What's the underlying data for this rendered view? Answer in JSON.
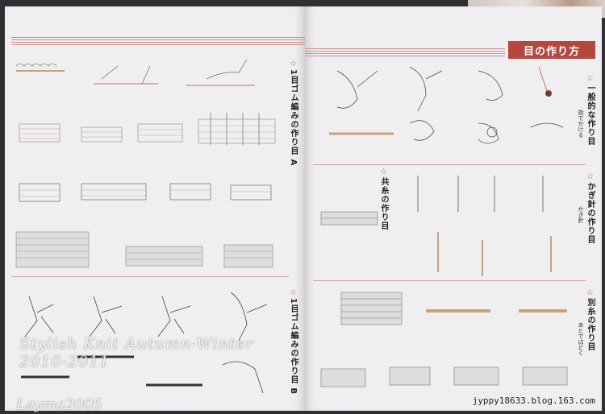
{
  "magazine": {
    "watermark": "Stylish Knit Autumn-Winter 2010-2011",
    "author_mark": "Layma2005",
    "url": "jyppy18633.blog.163.com"
  },
  "right_page": {
    "title": "目の作り方",
    "sections": [
      {
        "label": "一般的な作り目",
        "sub": "指でかける"
      },
      {
        "label": "かぎ針の作り目",
        "sub": "かぎ針"
      },
      {
        "label": "共糸の作り目",
        "sub": ""
      },
      {
        "label": "別糸の作り目",
        "sub": "あとでほどく"
      }
    ]
  },
  "left_page": {
    "sections": [
      {
        "label": "1目ゴム編みの作り目 A"
      },
      {
        "label": "1目ゴム編みの作り目 B"
      }
    ]
  },
  "colors": {
    "page": "#efeff2",
    "rule": "#d88a86",
    "accent": "#b5473f",
    "yarn": "#c8a27a"
  }
}
